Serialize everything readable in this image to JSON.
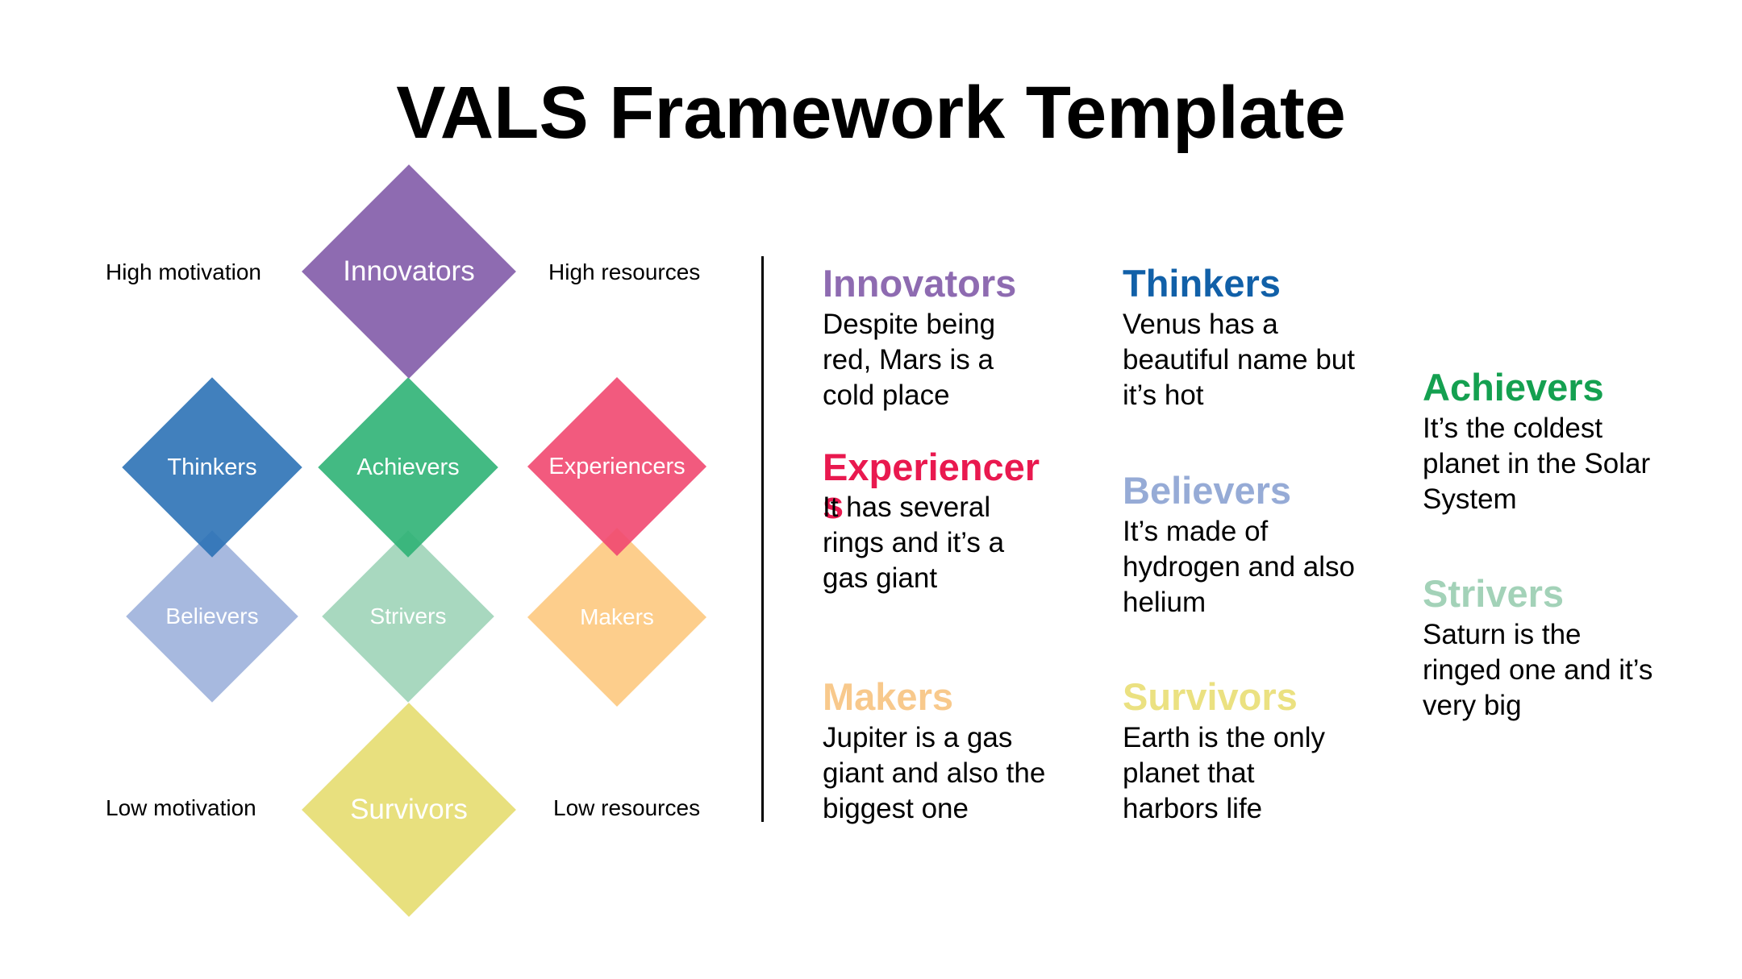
{
  "title": "VALS Framework Template",
  "axis_labels": {
    "high_motivation": "High motivation",
    "high_resources": "High resources",
    "low_motivation": "Low motivation",
    "low_resources": "Low resources"
  },
  "diamonds": [
    {
      "key": "innovators",
      "label": "Innovators",
      "color": "#8e6bb1"
    },
    {
      "key": "thinkers",
      "label": "Thinkers",
      "color": "#2c72b6"
    },
    {
      "key": "achievers",
      "label": "Achievers",
      "color": "#2fb275"
    },
    {
      "key": "experiencers",
      "label": "Experiencers",
      "color": "#f14870"
    },
    {
      "key": "believers",
      "label": "Believers",
      "color": "#9db1db"
    },
    {
      "key": "strivers",
      "label": "Strivers",
      "color": "#9fd4b8"
    },
    {
      "key": "makers",
      "label": "Makers",
      "color": "#fdc97f"
    },
    {
      "key": "survivors",
      "label": "Survivors",
      "color": "#e8e07e"
    }
  ],
  "segments": [
    {
      "key": "innovators",
      "name": "Innovators",
      "color": "#8e6bb1",
      "text": "Despite being red, Mars is a cold place"
    },
    {
      "key": "thinkers",
      "name": "Thinkers",
      "color": "#1160a8",
      "text": "Venus has a beautiful name but it’s hot"
    },
    {
      "key": "achievers",
      "name": "Achievers",
      "color": "#14a050",
      "text": "It’s the coldest planet in the Solar System"
    },
    {
      "key": "experiencers",
      "name": "Experiencers",
      "color": "#e9194f",
      "text": "It has several rings and it’s a gas giant"
    },
    {
      "key": "believers",
      "name": "Believers",
      "color": "#96abd6",
      "text": "It’s made of hydrogen and also helium"
    },
    {
      "key": "strivers",
      "name": "Strivers",
      "color": "#a3d2b8",
      "text": "Saturn is the ringed one and it’s very big"
    },
    {
      "key": "makers",
      "name": "Makers",
      "color": "#f8c98c",
      "text": "Jupiter is a gas giant and also the biggest one"
    },
    {
      "key": "survivors",
      "name": "Survivors",
      "color": "#ebe181",
      "text": "Earth is the only planet that harbors life"
    }
  ]
}
